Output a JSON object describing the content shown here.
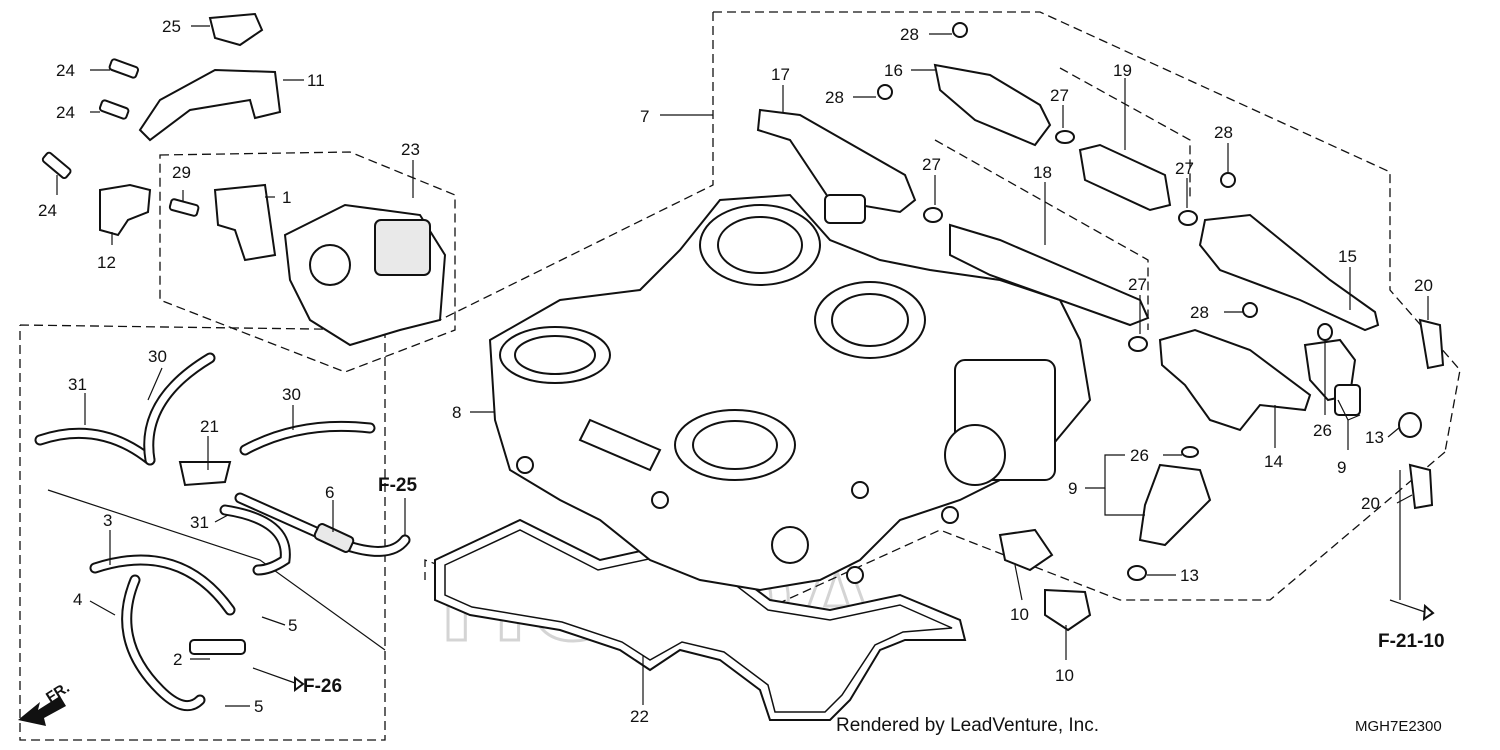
{
  "labels": {
    "p1": "1",
    "p2": "2",
    "p3": "3",
    "p4": "4",
    "p5a": "5",
    "p5b": "5",
    "p6": "6",
    "p7": "7",
    "p8": "8",
    "p9a": "9",
    "p9b": "9",
    "p10a": "10",
    "p10b": "10",
    "p11": "11",
    "p12": "12",
    "p13a": "13",
    "p13b": "13",
    "p14": "14",
    "p15": "15",
    "p16": "16",
    "p17": "17",
    "p18": "18",
    "p19": "19",
    "p20a": "20",
    "p20b": "20",
    "p21": "21",
    "p22": "22",
    "p23": "23",
    "p24a": "24",
    "p24b": "24",
    "p24c": "24",
    "p25": "25",
    "p26a": "26",
    "p26b": "26",
    "p27a": "27",
    "p27b": "27",
    "p27c": "27",
    "p27d": "27",
    "p28a": "28",
    "p28b": "28",
    "p28c": "28",
    "p28d": "28",
    "p29": "29",
    "p30a": "30",
    "p30b": "30",
    "p31a": "31",
    "p31b": "31"
  },
  "references": {
    "f25": "F-25",
    "f26": "F-26",
    "f21": "F-21-10"
  },
  "direction_marker": "FR.",
  "credit": "Rendered by LeadVenture, Inc.",
  "diagram_code": "MGH7E2300",
  "icons": {
    "front_direction": "arrow-icon"
  }
}
